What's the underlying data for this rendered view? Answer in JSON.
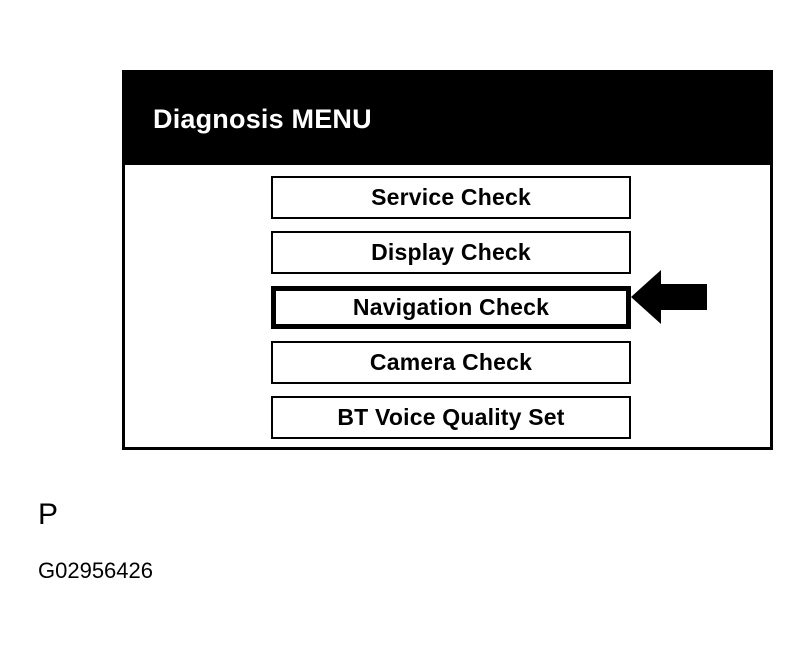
{
  "screen": {
    "title": "Diagnosis MENU",
    "header_bg": "#000000",
    "header_text_color": "#ffffff",
    "panel_bg": "#ffffff",
    "panel_border_color": "#000000",
    "menu_items": [
      {
        "label": "Service Check",
        "selected": false
      },
      {
        "label": "Display Check",
        "selected": false
      },
      {
        "label": "Navigation Check",
        "selected": true
      },
      {
        "label": "Camera Check",
        "selected": false
      },
      {
        "label": "BT Voice Quality Set",
        "selected": false
      }
    ]
  },
  "annotation": {
    "arrow": {
      "name": "left-arrow-icon",
      "direction": "left",
      "color": "#000000",
      "points_to": "Navigation Check"
    }
  },
  "caption": {
    "letter": "P",
    "code": "G02956426"
  }
}
